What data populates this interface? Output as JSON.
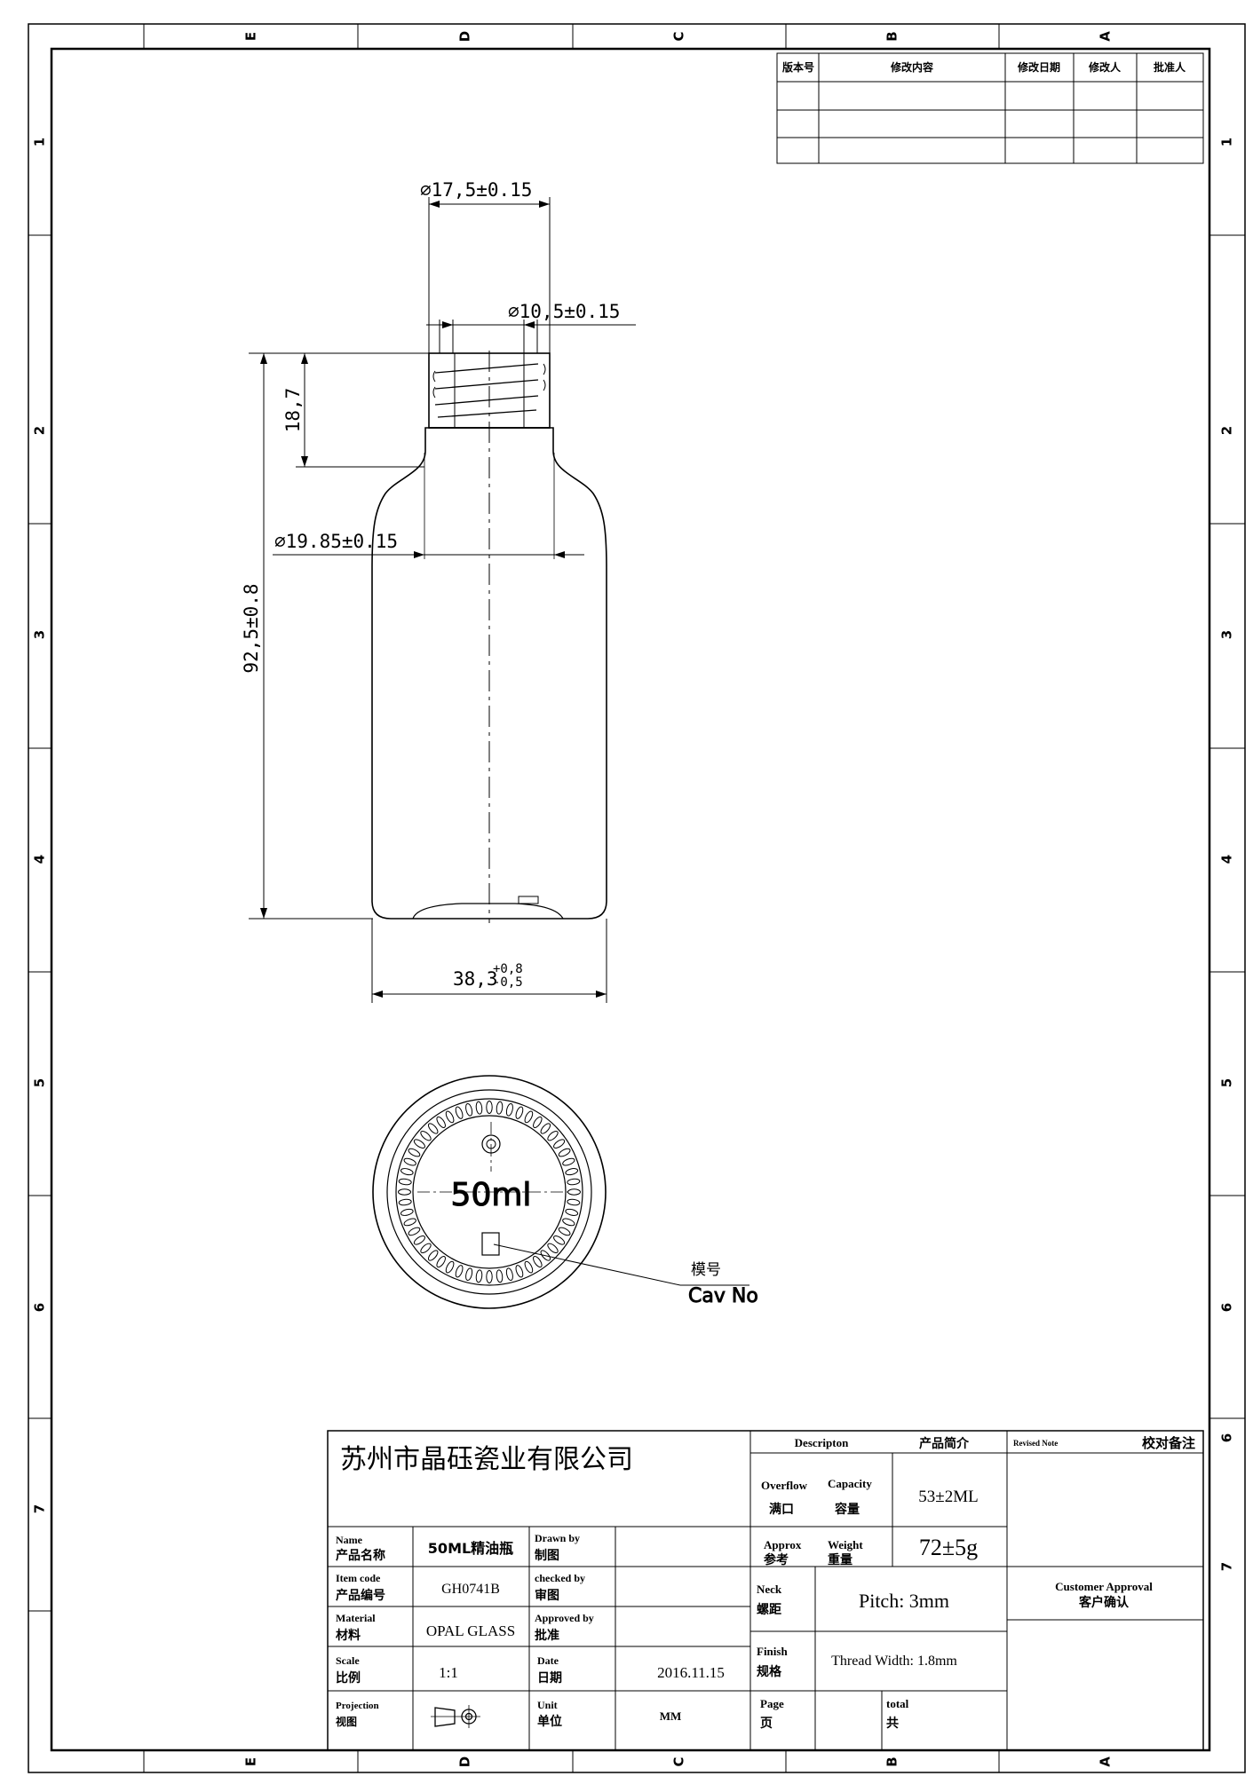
{
  "border": {
    "columns": [
      "E",
      "D",
      "C",
      "B",
      "A"
    ],
    "rows": [
      "1",
      "2",
      "3",
      "4",
      "5",
      "6",
      "7"
    ],
    "right_rows": [
      "1",
      "2",
      "3",
      "4",
      "5",
      "6",
      "6",
      "7"
    ]
  },
  "revision_table": {
    "headers": [
      "版本号",
      "修改内容",
      "修改日期",
      "修改人",
      "批准人"
    ],
    "rows": [
      [
        "",
        "",
        "",
        "",
        ""
      ],
      [
        "",
        "",
        "",
        "",
        ""
      ],
      [
        "",
        "",
        "",
        "",
        ""
      ]
    ]
  },
  "dimensions": {
    "outer_neck_diameter": "⌀17,5±0.15",
    "inner_bore_diameter": "⌀10,5±0.15",
    "neck_height": "18,7",
    "total_height": "92,5±0.8",
    "body_inner_diameter": "⌀19.85±0.15",
    "body_width_base": "38,3",
    "body_width_tol_upper": "+0,8",
    "body_width_tol_lower": "-0,5"
  },
  "bottom_view": {
    "capacity_mark": "50ml",
    "cavity_label_cn": "模号",
    "cavity_label_en": "Cav No"
  },
  "title_block": {
    "company": "苏州市晶砡瓷业有限公司",
    "name_label_en": "Name",
    "name_label_cn": "产品名称",
    "name_value": "50ML精油瓶",
    "item_code_label_en": "Item code",
    "item_code_label_cn": "产品编号",
    "item_code_value": "GH0741B",
    "material_label_en": "Material",
    "material_label_cn": "材料",
    "material_value": "OPAL GLASS",
    "scale_label_en": "Scale",
    "scale_label_cn": "比例",
    "scale_value": "1:1",
    "projection_label_en": "Projection",
    "projection_label_cn": "视图",
    "drawn_by_en": "Drawn by",
    "drawn_by_cn": "制图",
    "drawn_by_value": "",
    "checked_by_en": "checked by",
    "checked_by_cn": "审图",
    "checked_by_value": "",
    "approved_by_en": "Approved by",
    "approved_by_cn": "批准",
    "approved_by_value": "",
    "date_label_en": "Date",
    "date_label_cn": "日期",
    "date_value": "2016.11.15",
    "unit_label_en": "Unit",
    "unit_label_cn": "单位",
    "unit_value": "MM",
    "description_en": "Descripton",
    "description_cn": "产品简介",
    "overflow_en": "Overflow",
    "overflow_cn": "满口",
    "capacity_en": "Capacity",
    "capacity_cn": "容量",
    "capacity_value": "53±2ML",
    "approx_en": "Approx",
    "approx_cn": "参考",
    "weight_en": "Weight",
    "weight_cn": "重量",
    "weight_value": "72±5g",
    "neck_en": "Neck",
    "neck_cn": "螺距",
    "pitch_value": "Pitch: 3mm",
    "finish_en": "Finish",
    "finish_cn": "规格",
    "thread_width_value": "Thread Width: 1.8mm",
    "page_en": "Page",
    "page_cn": "页",
    "page_value": "",
    "total_en": "total",
    "total_cn": "共",
    "total_value": "",
    "revised_note_en": "Revised Note",
    "revised_note_cn": "校对备注",
    "customer_approval_en": "Customer Approval",
    "customer_approval_cn": "客户确认"
  }
}
